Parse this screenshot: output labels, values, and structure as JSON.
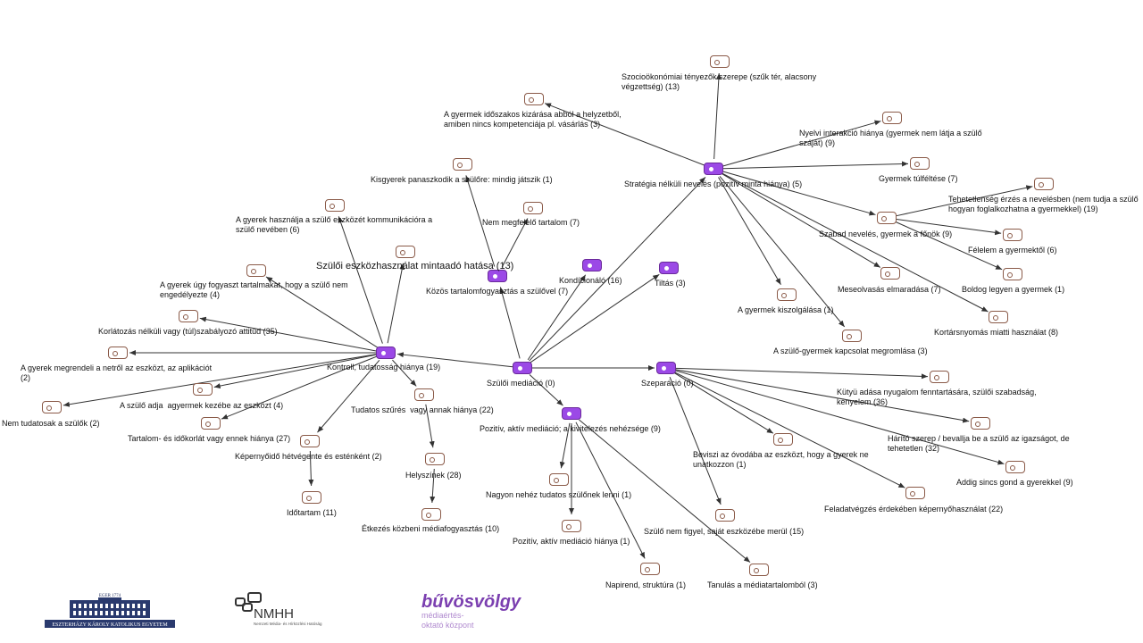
{
  "nodes": [
    {
      "id": "szuloi_mediacio",
      "kind": "cat",
      "label": "Szülői mediáció (0)"
    },
    {
      "id": "kontroll",
      "kind": "cat",
      "label": "Kontroll, tudatosság hiánya (19)"
    },
    {
      "id": "strategia",
      "kind": "cat",
      "label": "Stratégia nélküli nevelés (pozitív minta hiánya) (5)"
    },
    {
      "id": "szeparacio",
      "kind": "cat",
      "label": "Szeparáció (0)"
    },
    {
      "id": "pozitiv",
      "kind": "cat",
      "label": "Pozitív, aktív mediáció; a kivitelezés nehézsége (9)"
    },
    {
      "id": "kozos",
      "kind": "cat",
      "label": "Közös tartalomfogyasztás a szülővel (7)"
    },
    {
      "id": "kondicionalo",
      "kind": "cat",
      "label": "Kondícionáló (16)"
    },
    {
      "id": "tiltas",
      "kind": "cat",
      "label": "Tiltás (3)"
    },
    {
      "id": "szocio",
      "kind": "code",
      "label": "Szocioökonómiai tényezők szerepe (szűk tér, alacsony\nvégzettség) (13)"
    },
    {
      "id": "idoszakos",
      "kind": "code",
      "label": "A gyermek időszakos kizárása abból a helyzetből,\namiben nincs kompetenciája pl. vásárlás (3)"
    },
    {
      "id": "nyelvi",
      "kind": "code",
      "label": "Nyelvi interakció hiánya (gyermek nem látja a szülő\nszáját) (9)"
    },
    {
      "id": "tulfeltes",
      "kind": "code",
      "label": "Gyermek túlféltése (7)"
    },
    {
      "id": "tehetetlen",
      "kind": "code",
      "label": "Tehetetlenség érzés a nevelésben (nem tudja a szülő\nhogyan foglalkozhatna a gyermekkel) (19)"
    },
    {
      "id": "szabad",
      "kind": "code",
      "label": "Szabad nevelés, gyermek a főnök (9)"
    },
    {
      "id": "felelem",
      "kind": "code",
      "label": "Félelem a gyermektől (6)"
    },
    {
      "id": "boldog",
      "kind": "code",
      "label": "Boldog legyen a gyermek (1)"
    },
    {
      "id": "meseolvasas",
      "kind": "code",
      "label": "Meseolvasás elmaradása (7)"
    },
    {
      "id": "kortars",
      "kind": "code",
      "label": "Kortársnyomás miatti használat (8)"
    },
    {
      "id": "kiszolgalas",
      "kind": "code",
      "label": "A gyermek kiszolgálása (1)"
    },
    {
      "id": "kapcsolat",
      "kind": "code",
      "label": "A szülő-gyermek kapcsolat megromlása (3)"
    },
    {
      "id": "kisgyerek",
      "kind": "code",
      "label": "Kisgyerek panaszkodik a szülőre: mindig játszik (1)"
    },
    {
      "id": "nemmegfelelo",
      "kind": "code",
      "label": "Nem megfelelő tartalom (7)"
    },
    {
      "id": "kommunikacio",
      "kind": "code",
      "label": "A gyerek használja a szülő eszközét kommunikációra a\nszülő nevében (6)"
    },
    {
      "id": "mintaado",
      "kind": "code",
      "label": "Szülői eszközhasználat mintaadó hatása (13)"
    },
    {
      "id": "ugyfogyaszt",
      "kind": "code",
      "label": "A gyerek úgy fogyaszt tartalmakat, hogy a szülő nem\nengedélyezte (4)"
    },
    {
      "id": "korlatozas",
      "kind": "code",
      "label": "Korlátozás nélküli vagy (túl)szabályozó attitűd (35)"
    },
    {
      "id": "megrendeli",
      "kind": "code",
      "label": "A gyerek megrendeli a netről az eszközt, az aplikációt\n(2)"
    },
    {
      "id": "szuloadja",
      "kind": "code",
      "label": "A szülő adja  agyermek kezébe az eszközt (4)"
    },
    {
      "id": "nemtudatosak",
      "kind": "code",
      "label": "Nem tudatosak a szülők (2)"
    },
    {
      "id": "tartalom_idokorlat",
      "kind": "code",
      "label": "Tartalom- és időkorlát vagy ennek hiánya (27)"
    },
    {
      "id": "kepernyo_hetvege",
      "kind": "code",
      "label": "Képernyőidő hétvégente és esténként (2)"
    },
    {
      "id": "idotartam",
      "kind": "code",
      "label": "Időtartam (11)"
    },
    {
      "id": "tudatos_szures",
      "kind": "code",
      "label": "Tudatos szűrés  vagy annak hiánya (22)"
    },
    {
      "id": "helyszinek",
      "kind": "code",
      "label": "Helyszínek (28)"
    },
    {
      "id": "etkezes",
      "kind": "code",
      "label": "Étkezés közbeni médiafogyasztás (10)"
    },
    {
      "id": "nagyon_nehez",
      "kind": "code",
      "label": "Nagyon nehéz tudatos szülőnek lenni (1)"
    },
    {
      "id": "pozitiv_hianya",
      "kind": "code",
      "label": "Pozitív, aktív mediáció hiánya (1)"
    },
    {
      "id": "nem_figyel",
      "kind": "code",
      "label": "Szülő nem figyel, saját eszközébe merül (15)"
    },
    {
      "id": "napirend",
      "kind": "code",
      "label": "Napirend, struktúra (1)"
    },
    {
      "id": "tanulas",
      "kind": "code",
      "label": "Tanulás a médiatartalomból (3)"
    },
    {
      "id": "kutyu",
      "kind": "code",
      "label": "Kütyü adása nyugalom fenntartására, szülői szabadság,\nkényelem (36)"
    },
    {
      "id": "harito",
      "kind": "code",
      "label": "Hárító szerep / bevallja be a szülő az igazságot, de\ntehetetlen (32)"
    },
    {
      "id": "addig",
      "kind": "code",
      "label": "Addig sincs gond a gyerekkel (9)"
    },
    {
      "id": "beviszi",
      "kind": "code",
      "label": "Beviszi az óvodába az eszközt, hogy a gyerek ne\nunatkozzon (1)"
    },
    {
      "id": "feladatvegzes",
      "kind": "code",
      "label": "Feladatvégzés érdekében képernyőhasználat (22)"
    }
  ],
  "edges": [
    [
      "szuloi_mediacio",
      "kontroll"
    ],
    [
      "szuloi_mediacio",
      "szeparacio"
    ],
    [
      "szuloi_mediacio",
      "pozitiv"
    ],
    [
      "szuloi_mediacio",
      "kozos"
    ],
    [
      "szuloi_mediacio",
      "kondicionalo"
    ],
    [
      "szuloi_mediacio",
      "tiltas"
    ],
    [
      "szuloi_mediacio",
      "strategia"
    ],
    [
      "strategia",
      "szocio"
    ],
    [
      "strategia",
      "idoszakos"
    ],
    [
      "strategia",
      "nyelvi"
    ],
    [
      "strategia",
      "tulfeltes"
    ],
    [
      "strategia",
      "szabad"
    ],
    [
      "strategia",
      "meseolvasas"
    ],
    [
      "strategia",
      "kortars"
    ],
    [
      "strategia",
      "kiszolgalas"
    ],
    [
      "strategia",
      "kapcsolat"
    ],
    [
      "szabad",
      "tehetetlen"
    ],
    [
      "szabad",
      "felelem"
    ],
    [
      "szabad",
      "boldog"
    ],
    [
      "kozos",
      "kisgyerek"
    ],
    [
      "kozos",
      "nemmegfelelo"
    ],
    [
      "kontroll",
      "kommunikacio"
    ],
    [
      "kontroll",
      "mintaado"
    ],
    [
      "kontroll",
      "ugyfogyaszt"
    ],
    [
      "kontroll",
      "korlatozas"
    ],
    [
      "kontroll",
      "megrendeli"
    ],
    [
      "kontroll",
      "szuloadja"
    ],
    [
      "kontroll",
      "nemtudatosak"
    ],
    [
      "kontroll",
      "tartalom_idokorlat"
    ],
    [
      "kontroll",
      "kepernyo_hetvege"
    ],
    [
      "kontroll",
      "tudatos_szures"
    ],
    [
      "kepernyo_hetvege",
      "idotartam"
    ],
    [
      "tudatos_szures",
      "helyszinek"
    ],
    [
      "helyszinek",
      "etkezes"
    ],
    [
      "pozitiv",
      "nagyon_nehez"
    ],
    [
      "pozitiv",
      "pozitiv_hianya"
    ],
    [
      "pozitiv",
      "napirend"
    ],
    [
      "pozitiv",
      "tanulas"
    ],
    [
      "szeparacio",
      "kutyu"
    ],
    [
      "szeparacio",
      "harito"
    ],
    [
      "szeparacio",
      "addig"
    ],
    [
      "szeparacio",
      "beviszi"
    ],
    [
      "szeparacio",
      "feladatvegzes"
    ],
    [
      "szeparacio",
      "nem_figyel"
    ]
  ],
  "logos": {
    "egyetem": "ESZTERHÁZY KÁROLY KATOLIKUS EGYETEM",
    "egyetem_top": "EGER 1774",
    "nmhh": "NMHH",
    "nmhh_sub": "Nemzeti Média- és Hírközlési Hatóság",
    "buvos": "bűvösvölgy",
    "buvos_sub1": "médiaértés-",
    "buvos_sub2": "oktató központ"
  },
  "colors": {
    "category": "#9b49e6",
    "code_border": "#8a5a48",
    "edge": "#333333",
    "buvos_purple": "#7b3fb0",
    "buvos_red": "#e03a3a"
  }
}
